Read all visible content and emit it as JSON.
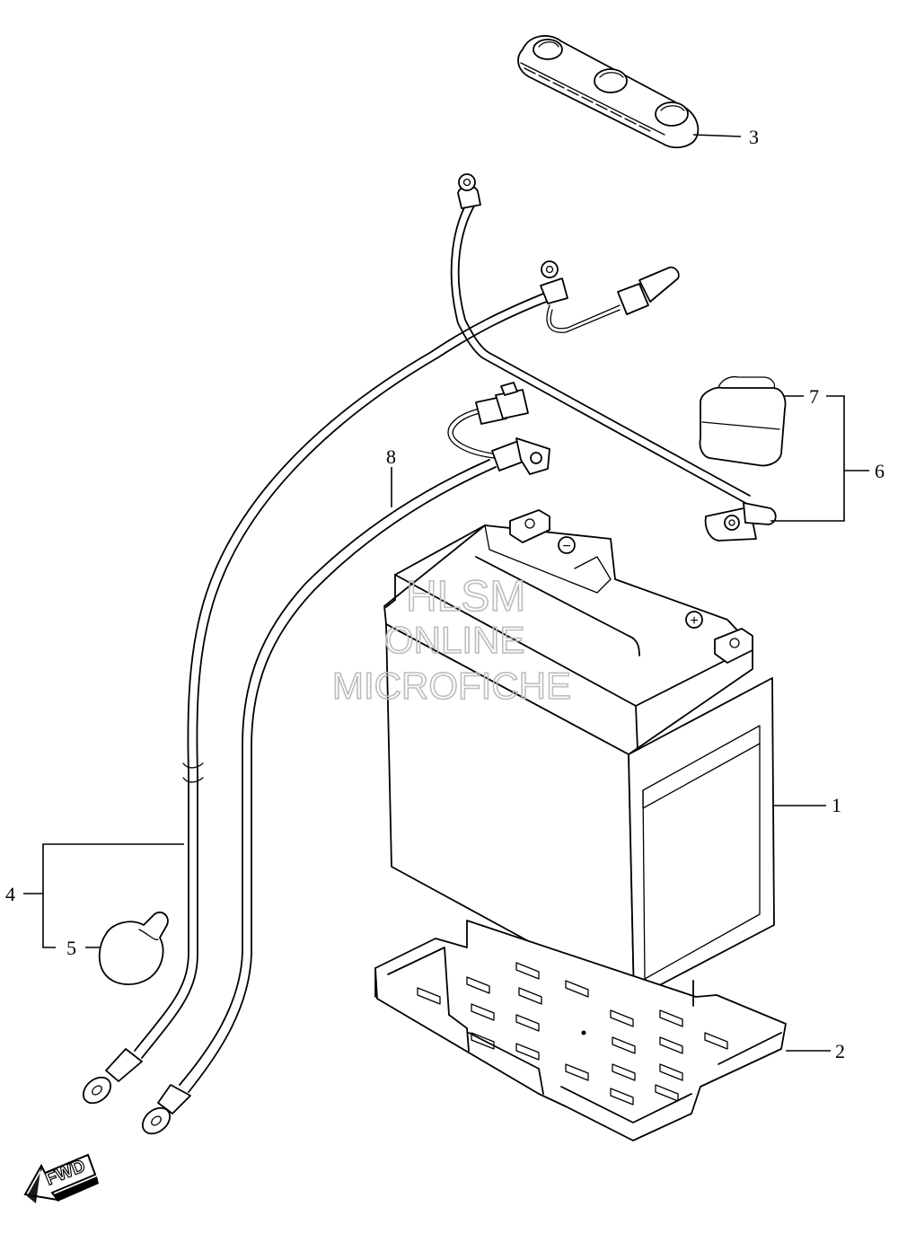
{
  "callouts": [
    {
      "id": "1",
      "label": "1"
    },
    {
      "id": "2",
      "label": "2"
    },
    {
      "id": "3",
      "label": "3"
    },
    {
      "id": "4",
      "label": "4"
    },
    {
      "id": "5",
      "label": "5"
    },
    {
      "id": "6",
      "label": "6"
    },
    {
      "id": "7",
      "label": "7"
    },
    {
      "id": "8",
      "label": "8"
    }
  ],
  "watermark": {
    "line1": "HLSM",
    "line2": "ONLINE",
    "line3": "MICROFICHE"
  },
  "direction_arrow": {
    "label": "FWD"
  },
  "terminal_marks": {
    "negative": "−",
    "positive": "+"
  }
}
